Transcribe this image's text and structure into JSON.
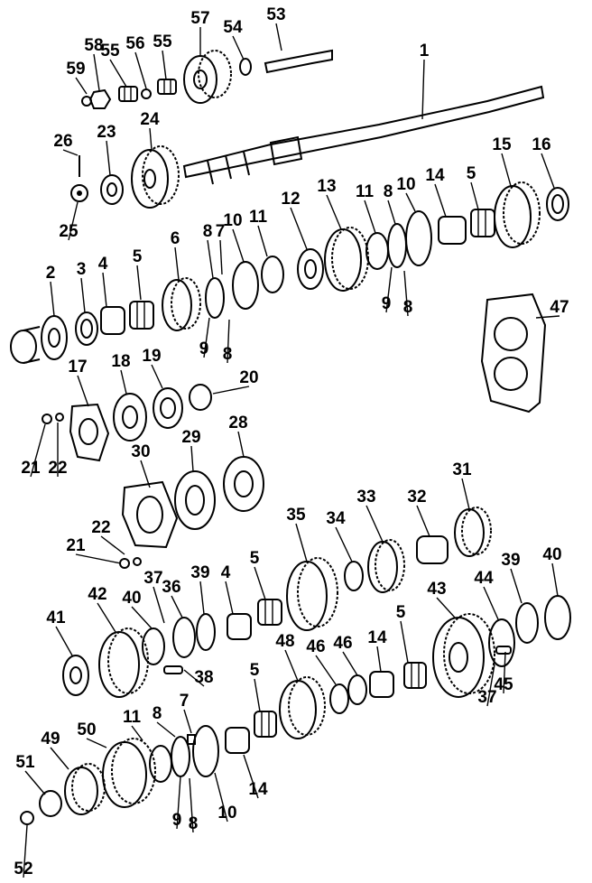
{
  "diagram": {
    "style": {
      "ink": "#000000",
      "paper": "#ffffff"
    },
    "labels": [
      "59",
      "58",
      "55",
      "56",
      "55",
      "57",
      "54",
      "53",
      "1",
      "26",
      "23",
      "24",
      "25",
      "15",
      "16",
      "13",
      "11",
      "8",
      "10",
      "14",
      "5",
      "12",
      "2",
      "3",
      "4",
      "5",
      "6",
      "8",
      "7",
      "10",
      "11",
      "9",
      "8",
      "9",
      "8",
      "47",
      "17",
      "18",
      "19",
      "20",
      "21",
      "22",
      "29",
      "28",
      "30",
      "31",
      "33",
      "32",
      "35",
      "34",
      "22",
      "21",
      "37",
      "39",
      "4",
      "5",
      "36",
      "40",
      "42",
      "41",
      "38",
      "43",
      "44",
      "39",
      "40",
      "5",
      "45",
      "37",
      "48",
      "46",
      "46",
      "14",
      "5",
      "49",
      "50",
      "11",
      "8",
      "7",
      "51",
      "9",
      "8",
      "10",
      "14",
      "52"
    ]
  }
}
